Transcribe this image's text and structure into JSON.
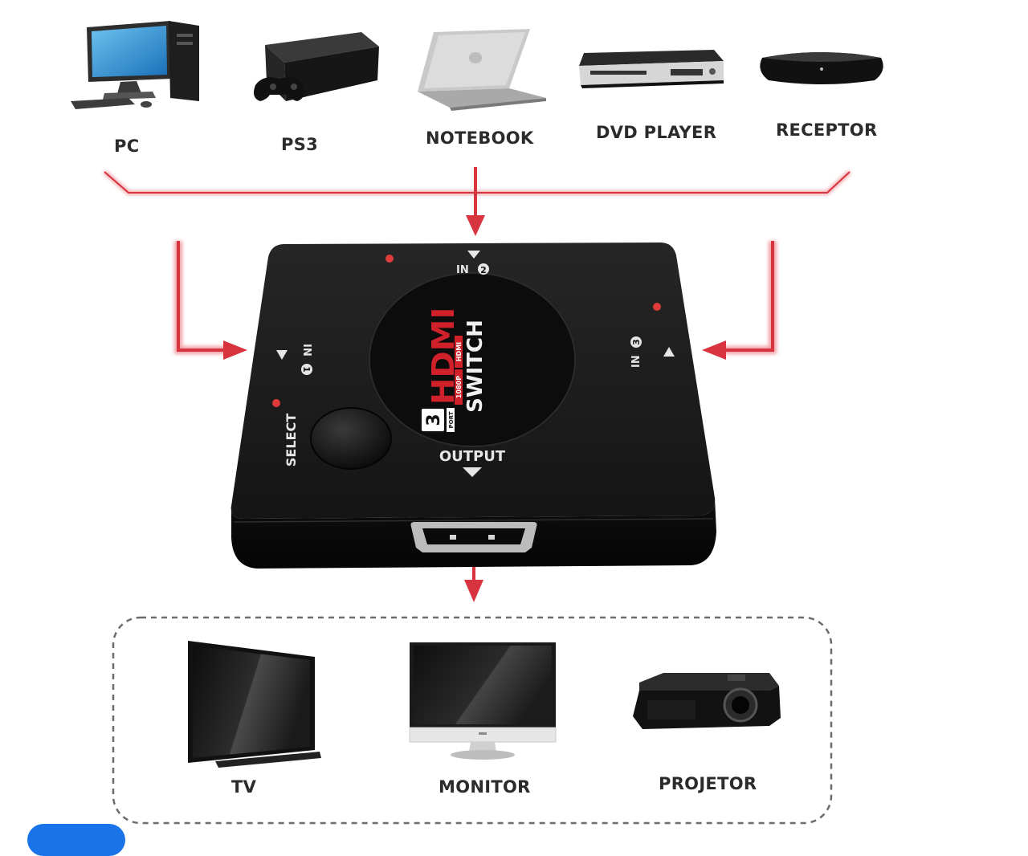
{
  "colors": {
    "arrow": "#d8343f",
    "arrow_glow": "#f1a0a6",
    "switch_body": "#141414",
    "label": "#2b2b2b",
    "badge_blue": "#1a73e8"
  },
  "inputs": [
    {
      "label": "PC",
      "icon": "desktop-pc-icon"
    },
    {
      "label": "PS3",
      "icon": "game-console-icon"
    },
    {
      "label": "NOTEBOOK",
      "icon": "laptop-icon"
    },
    {
      "label": "DVD PLAYER",
      "icon": "dvd-player-icon"
    },
    {
      "label": "RECEPTOR",
      "icon": "receiver-icon"
    }
  ],
  "switch": {
    "port_in_top": "IN",
    "port_in_top_num": "2",
    "port_in_left": "IN",
    "port_in_left_num": "1",
    "port_in_right": "IN",
    "port_in_right_num": "3",
    "logo_count": "3",
    "logo_port": "PORT",
    "logo_brand": "HDMI",
    "logo_res": "1080P",
    "logo_tag": "HDMI",
    "logo_switch": "SWITCH",
    "select": "SELECT",
    "output": "OUTPUT"
  },
  "outputs": [
    {
      "label": "TV",
      "icon": "tv-icon"
    },
    {
      "label": "MONITOR",
      "icon": "monitor-icon"
    },
    {
      "label": "PROJETOR",
      "icon": "projector-icon"
    }
  ]
}
